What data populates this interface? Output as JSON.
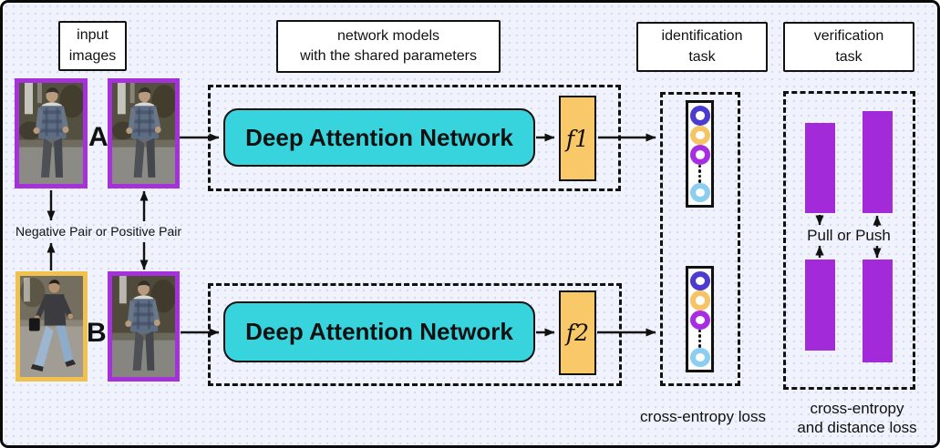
{
  "palette": {
    "background": "#f0f3fb",
    "frame_border": "#0a0a0a",
    "cyan_box": "#38d4dd",
    "orange_box": "#f8c869",
    "purple_bar": "#a32ad8",
    "purple_photo_border": "#a531da",
    "orange_photo_border": "#f1c14f"
  },
  "header_labels": {
    "input_images": {
      "line1": "input",
      "line2": "images"
    },
    "network_models": {
      "line1": "network models",
      "line2": "with the shared parameters"
    },
    "identification_task": {
      "line1": "identification",
      "line2": "task"
    },
    "verification_task": {
      "line1": "verification",
      "line2": "task"
    }
  },
  "input_section": {
    "pair_a_label": "A",
    "pair_b_label": "B",
    "pair_relation_text": "Negative Pair or Positive Pair",
    "photos": [
      {
        "name": "photo-a-left",
        "alt": "pedestrian in plaid shirt",
        "border_color": "#a531da"
      },
      {
        "name": "photo-a-right",
        "alt": "pedestrian in plaid shirt",
        "border_color": "#a531da"
      },
      {
        "name": "photo-b-left",
        "alt": "pedestrian in t-shirt and jeans",
        "border_color": "#f1c14f"
      },
      {
        "name": "photo-b-right",
        "alt": "pedestrian in plaid shirt",
        "border_color": "#a531da"
      }
    ]
  },
  "network_section": {
    "dan_label": "Deep Attention Network",
    "f1_label": "f1",
    "f2_label": "f2"
  },
  "identification_section": {
    "feature_ring_colors": [
      "#4b3bcf",
      "#f6c464",
      "#a82ce2",
      "#8ccdf2"
    ],
    "loss_label": "cross-entropy loss"
  },
  "verification_section": {
    "pull_push_label": "Pull or Push",
    "loss_label_line1": "cross-entropy",
    "loss_label_line2": "and distance loss"
  }
}
